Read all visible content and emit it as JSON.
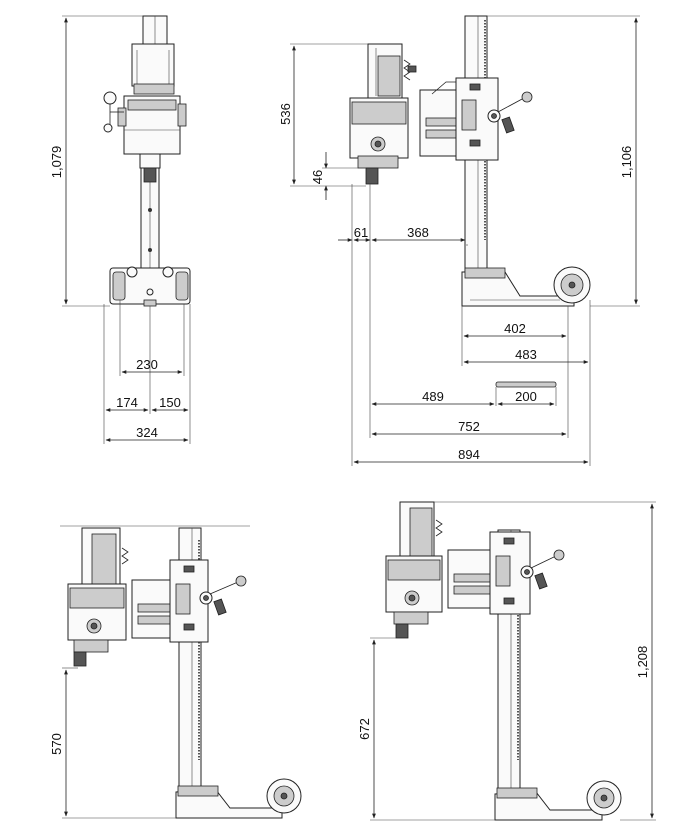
{
  "views": {
    "front": {
      "height": "1,079",
      "width_inner": "230",
      "left": "174",
      "right": "150",
      "width_total": "324"
    },
    "side": {
      "motor_height": "536",
      "spindle": "46",
      "offset": "61",
      "reach": "368",
      "height": "1,106",
      "base_a": "402",
      "base_b": "483",
      "base_c": "489",
      "handle": "200",
      "base_d": "752",
      "total": "894"
    },
    "lower_left": {
      "height": "570"
    },
    "lower_right": {
      "drill_height": "672",
      "total_height": "1,208"
    }
  }
}
